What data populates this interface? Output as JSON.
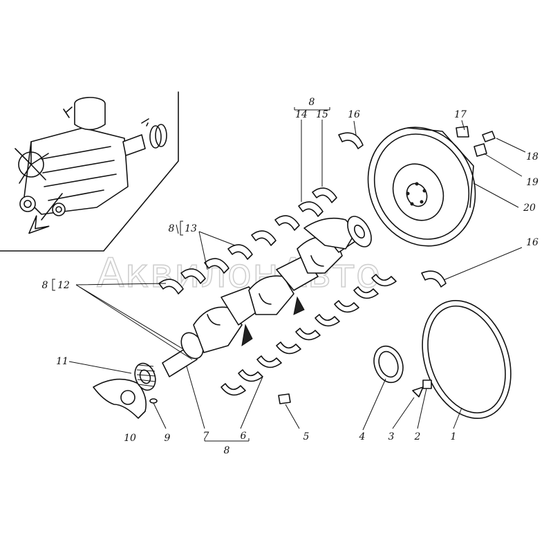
{
  "watermark": "АквилонАвто",
  "callouts": {
    "c1": "1",
    "c2": "2",
    "c3": "3",
    "c4": "4",
    "c5": "5",
    "c6": "6",
    "c7": "7",
    "c8_bottom": "8",
    "c8_top": "8",
    "c8_13": "8",
    "c8_12": "8",
    "c9": "9",
    "c10": "10",
    "c11": "11",
    "c12": "12",
    "c13": "13",
    "c14": "14",
    "c15": "15",
    "c16_top": "16",
    "c16_right": "16",
    "c17": "17",
    "c18": "18",
    "c19": "19",
    "c20": "20"
  }
}
